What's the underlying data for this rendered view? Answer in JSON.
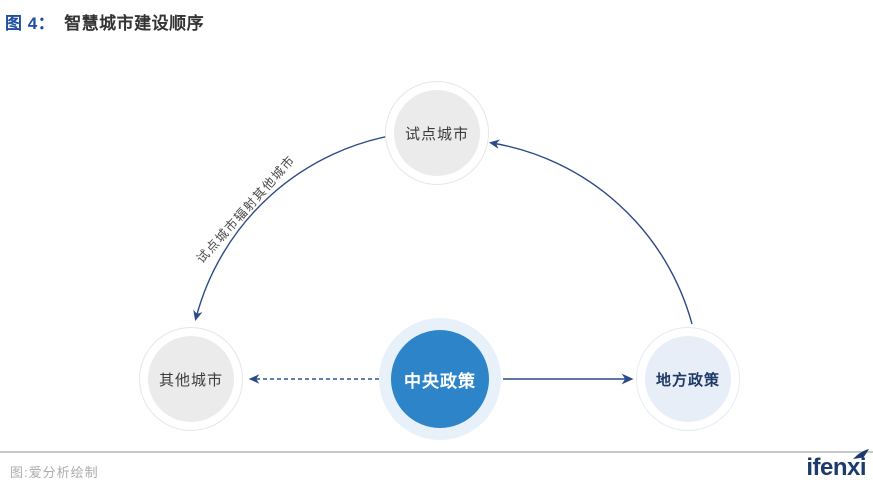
{
  "figure": {
    "title_prefix": "图 4：",
    "title": "智慧城市建设顺序",
    "caption": "图:爱分析绘制",
    "logo_text": "ifenxi"
  },
  "diagram": {
    "nodes": [
      {
        "id": "pilot",
        "label": "试点城市",
        "style": "gray"
      },
      {
        "id": "other",
        "label": "其他城市",
        "style": "gray"
      },
      {
        "id": "central",
        "label": "中央政策",
        "style": "blue-accent"
      },
      {
        "id": "local",
        "label": "地方政策",
        "style": "light-blue"
      }
    ],
    "edges": [
      {
        "from": "central",
        "to": "local",
        "style": "solid-arrow"
      },
      {
        "from": "central",
        "to": "other",
        "style": "dashed-arrow"
      },
      {
        "from": "local",
        "to": "pilot",
        "style": "curved-arrow"
      },
      {
        "from": "pilot",
        "to": "other",
        "style": "curved-arrow",
        "label": "试点城市辐射其他城市"
      }
    ],
    "colors": {
      "accent_blue": "#2E84C8",
      "accent_halo": "#E8F1FA",
      "node_gray": "#EBEBEB",
      "node_light_blue": "#E7EEF7",
      "arrow_navy": "#2B4A87",
      "title_blue": "#1F4DA0",
      "logo_navy": "#1C3A6B",
      "caption_gray": "#ACACAC"
    }
  }
}
